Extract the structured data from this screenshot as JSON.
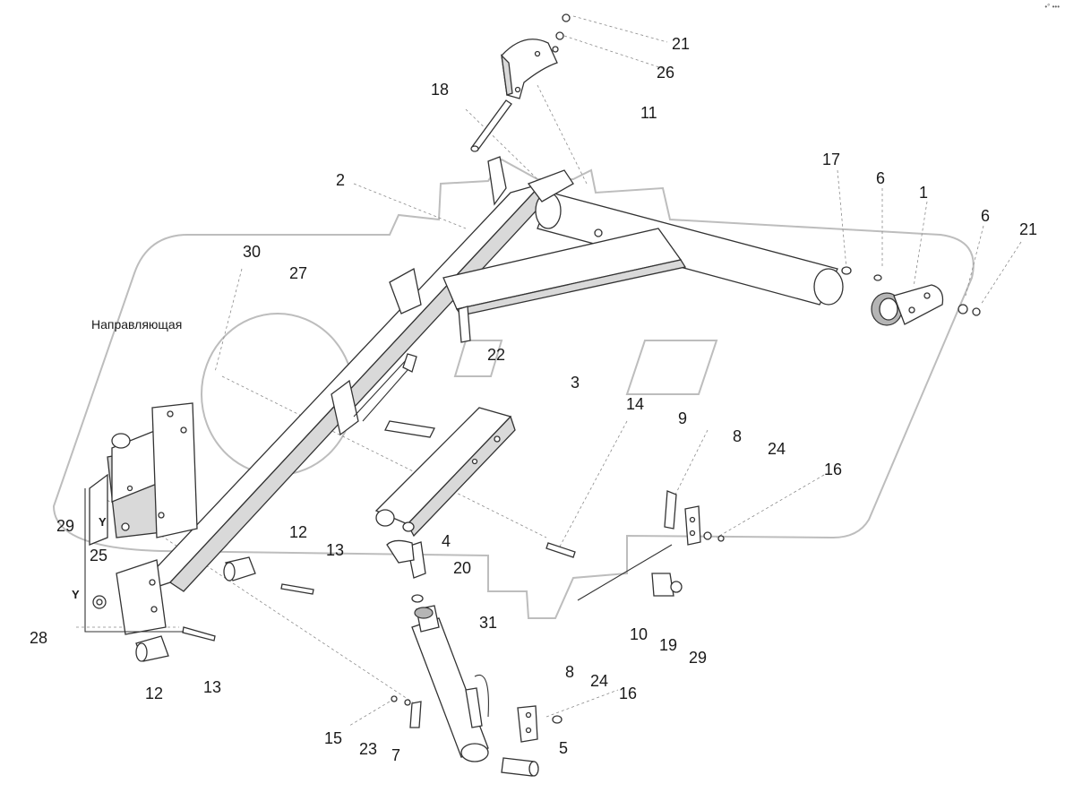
{
  "corner_mark": "•° •••",
  "guide_label": "Направляющая",
  "y_marks": [
    "Y",
    "Y"
  ],
  "callouts": [
    "21",
    "26",
    "11",
    "18",
    "17",
    "6",
    "1",
    "6",
    "21",
    "2",
    "30",
    "27",
    "22",
    "3",
    "14",
    "9",
    "8",
    "24",
    "16",
    "29",
    "25",
    "12",
    "13",
    "4",
    "20",
    "31",
    "10",
    "19",
    "29",
    "28",
    "12",
    "13",
    "8",
    "24",
    "16",
    "15",
    "23",
    "7",
    "5"
  ]
}
